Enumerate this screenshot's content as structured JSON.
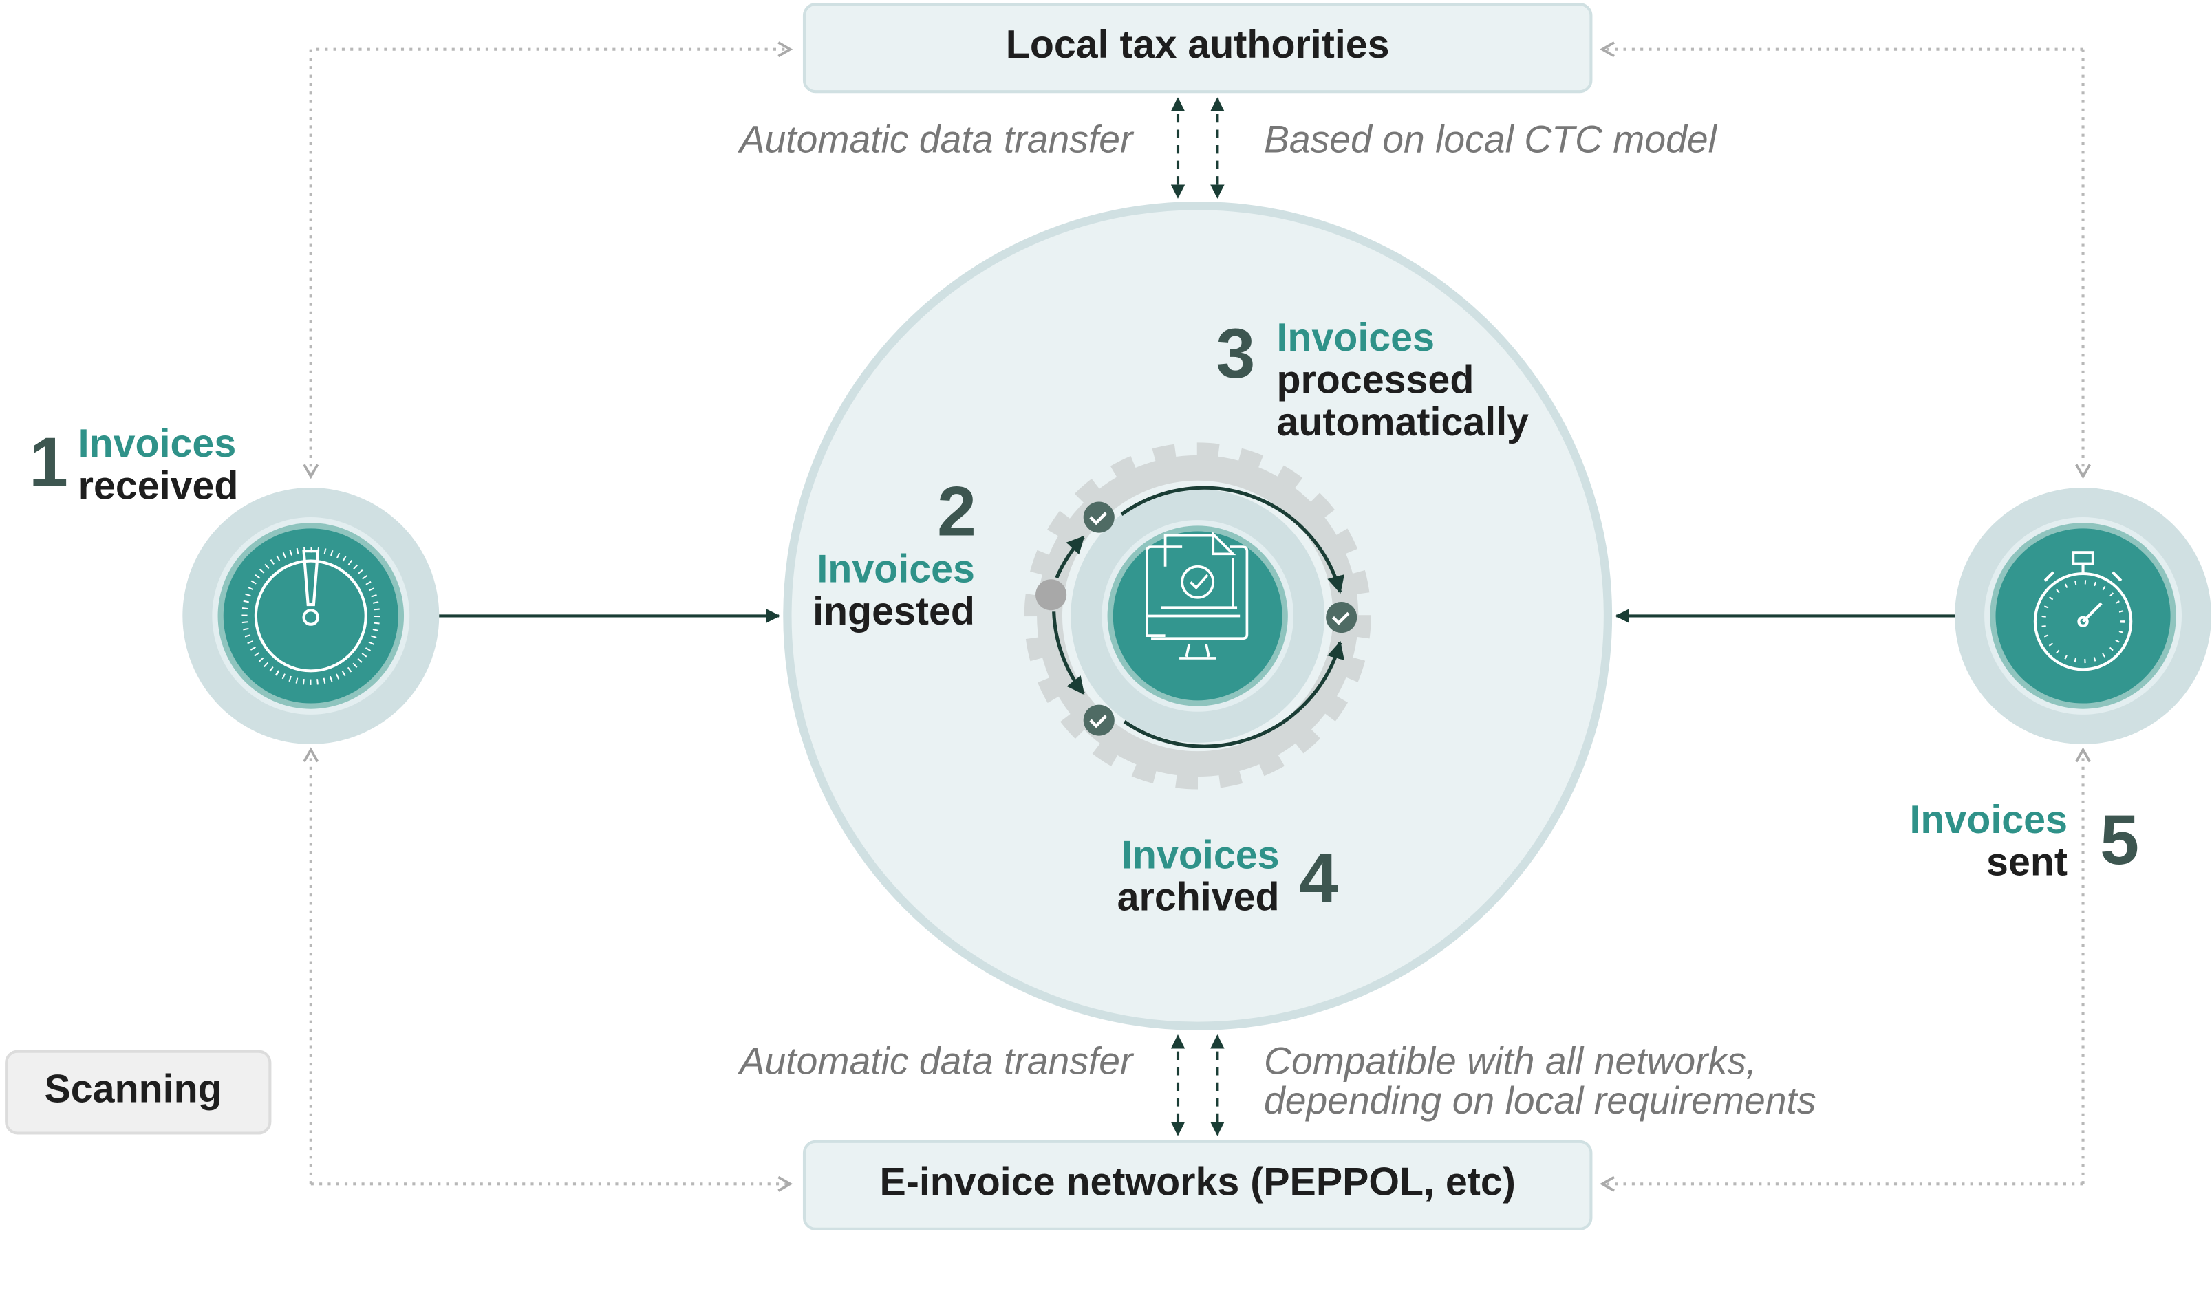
{
  "top_box": {
    "label": "Local tax authorities"
  },
  "bottom_box": {
    "label": "E-invoice networks (PEPPOL, etc)"
  },
  "scanning": {
    "label": "Scanning"
  },
  "top_notes": {
    "left": "Automatic data transfer",
    "right": "Based on local CTC model"
  },
  "bottom_notes": {
    "left": "Automatic data transfer",
    "right_line1": "Compatible with all networks,",
    "right_line2": "depending on local requirements"
  },
  "steps": [
    {
      "number": "1",
      "title": "Invoices",
      "subtitle": "received",
      "icon": "alert-gauge-icon"
    },
    {
      "number": "2",
      "title": "Invoices",
      "subtitle": "ingested"
    },
    {
      "number": "3",
      "title": "Invoices",
      "subtitle": "processed",
      "subtitle2": "automatically",
      "icon": "monitor-document-check-icon"
    },
    {
      "number": "4",
      "title": "Invoices",
      "subtitle": "archived"
    },
    {
      "number": "5",
      "title": "Invoices",
      "subtitle": "sent",
      "icon": "stopwatch-icon"
    }
  ],
  "colors": {
    "teal": "#33968f",
    "dark": "#1a3d35",
    "light": "#eaf2f3",
    "ring": "#d0e0e2"
  }
}
